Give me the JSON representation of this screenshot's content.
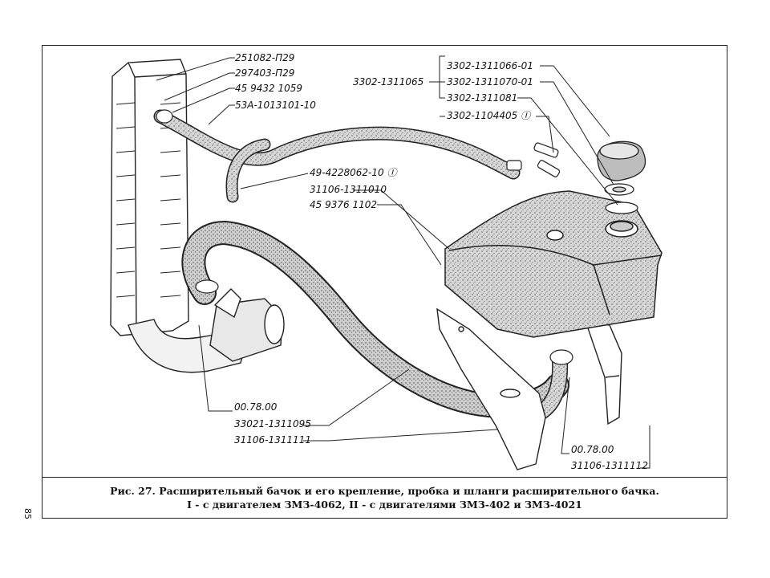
{
  "labels": {
    "l1": "251082-П29",
    "l2": "297403-П29",
    "l3": "45 9432 1059",
    "l4": "53А-1013101-10",
    "l5": "3302-1311065",
    "l6": "3302-1311066-01",
    "l7": "3302-1311070-01",
    "l8": "3302-1311081",
    "l9": "3302-1104405 Ⓘ",
    "l10": "49-4228062-10 Ⓘ",
    "l11": "31106-1311010",
    "l12": "45 9376 1102",
    "l13": "00.78.00",
    "l14": "33021-1311095",
    "l15": "31106-1311111",
    "l16": "00.78.00",
    "l17": "31106-1311112"
  },
  "caption": {
    "line1": "Рис. 27. Расширительный бачок и его крепление, пробка и шланги расширительного бачка.",
    "line2": "I - с двигателем ЗМЗ-4062, II - с двигателями ЗМЗ-402 и ЗМЗ-4021"
  },
  "page_number": "85"
}
